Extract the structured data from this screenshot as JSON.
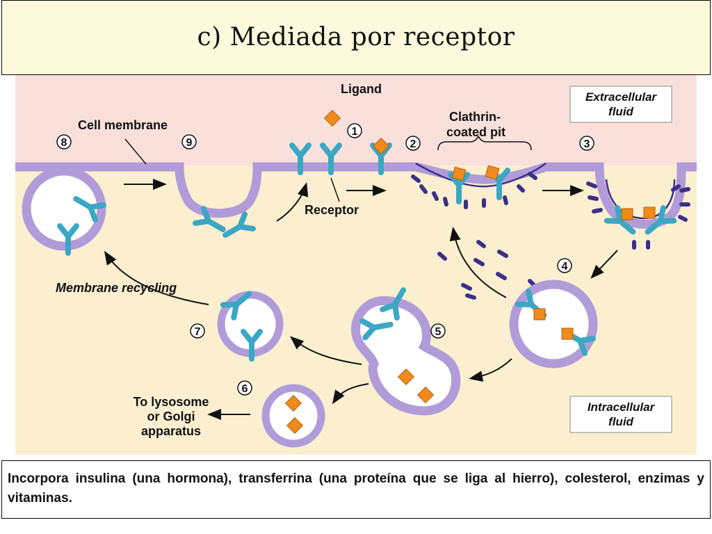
{
  "title": "c)   Mediada  por  receptor",
  "labels": {
    "ligand": "Ligand",
    "cell_membrane": "Cell membrane",
    "receptor": "Receptor",
    "clathrin_line1": "Clathrin-",
    "clathrin_line2": "coated pit",
    "extracellular_line1": "Extracellular",
    "extracellular_line2": "fluid",
    "intracellular_line1": "Intracellular",
    "intracellular_line2": "fluid",
    "membrane_recycling": "Membrane recycling",
    "lysosome_line1": "To lysosome",
    "lysosome_line2": "or Golgi",
    "lysosome_line3": "apparatus"
  },
  "steps": [
    "1",
    "2",
    "3",
    "4",
    "5",
    "6",
    "7",
    "8",
    "9"
  ],
  "caption": "Incorpora  insulina (una hormona), transferrina (una proteína que se liga al hierro), colesterol, enzimas y vitaminas.",
  "colors": {
    "extracellular": "#f9e0da",
    "intracellular": "#fbefd0",
    "membrane": "#b19cd9",
    "receptor": "#3aa7c4",
    "ligand": "#f08a1c",
    "clathrin": "#3b2f8a"
  }
}
